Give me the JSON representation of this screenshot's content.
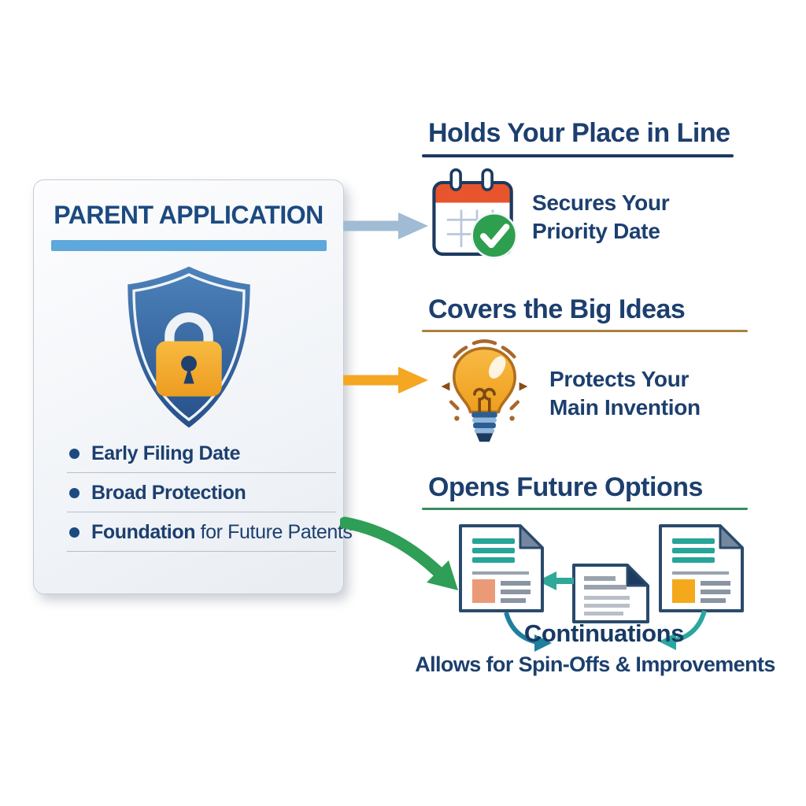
{
  "card": {
    "title": "PARENT APPLICATION",
    "bullets": [
      {
        "bold": "Early Filing Date",
        "rest": ""
      },
      {
        "bold": "Broad Protection",
        "rest": ""
      },
      {
        "bold": "Foundation",
        "rest": " for Future Patents"
      }
    ]
  },
  "sections": {
    "place_in_line": {
      "heading": "Holds Your Place in Line",
      "line1": "Secures Your",
      "line2": "Priority Date"
    },
    "big_ideas": {
      "heading": "Covers the Big Ideas",
      "line1": "Protects Your",
      "line2": "Main Invention"
    },
    "future_options": {
      "heading": "Opens Future Options",
      "label": "Continuations",
      "caption": "Allows for Spin-Offs & Improvements"
    }
  },
  "colors": {
    "heading_text": "#1c3f6e",
    "card_title": "#1c4a80",
    "accent_bar": "#5fa8dc",
    "underline_place_in_line": "#1d3a5f",
    "underline_big_ideas": "#a8803f",
    "underline_future_options": "#3a8a5f",
    "arrow_blue": "#9fbcd4",
    "arrow_orange": "#f5a623",
    "arrow_green": "#2f9e57",
    "calendar_header": "#e8552c",
    "check_green": "#2e9e4f",
    "bulb_orange": "#f2a21f",
    "teal": "#2fa89a",
    "doc_square_salmon": "#eb9a78",
    "doc_square_amber": "#f4a91c"
  }
}
